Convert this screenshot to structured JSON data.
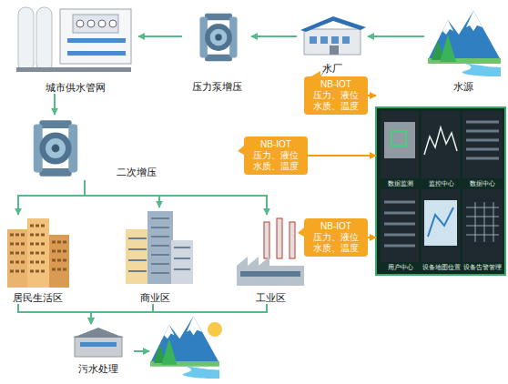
{
  "diagram": {
    "nodes": [
      {
        "text": [
          "水源"
        ]
      },
      {
        "text": [
          "水厂"
        ]
      },
      {
        "text": [
          "压力泵增压"
        ]
      },
      {
        "text": [
          "城市供水管网"
        ]
      },
      {
        "text": [
          "二次增压"
        ]
      },
      {
        "text": [
          "居民生活区"
        ]
      },
      {
        "text": [
          "商业区"
        ]
      },
      {
        "text": [
          "工业区"
        ]
      },
      {
        "text": [
          "污水处理"
        ]
      },
      {
        "text": [
          "NB-IOT 压力、液位 水质、温度"
        ]
      },
      {
        "text": [
          "NB-IOT 压力、液位 水质、温度"
        ]
      },
      {
        "text": [
          "NB-IOT 压力、液位 水质、温度"
        ]
      },
      {
        "text": [
          "数据监测",
          "监控中心",
          "数据中心",
          "用户中心",
          "设备地图位置",
          "设备告警管理"
        ]
      }
    ],
    "edges": [
      {
        "from": 0,
        "to": 1,
        "arrow": "to"
      },
      {
        "from": 1,
        "to": 2,
        "arrow": "to"
      },
      {
        "from": 2,
        "to": 3,
        "arrow": "to"
      },
      {
        "from": 3,
        "to": 4,
        "arrow": "to"
      },
      {
        "from": 4,
        "to": 5,
        "arrow": "to"
      },
      {
        "from": 4,
        "to": 6,
        "arrow": "to"
      },
      {
        "from": 4,
        "to": 7,
        "arrow": "to"
      },
      {
        "from": 5,
        "to": 8,
        "arrow": "to"
      },
      {
        "from": 6,
        "to": 8,
        "arrow": "to"
      },
      {
        "from": 7,
        "to": 8,
        "arrow": "to"
      },
      {
        "from": 9,
        "to": 12,
        "arrow": "to"
      },
      {
        "from": 10,
        "to": 12,
        "arrow": "to"
      },
      {
        "from": 11,
        "to": 12,
        "arrow": "to"
      }
    ]
  }
}
